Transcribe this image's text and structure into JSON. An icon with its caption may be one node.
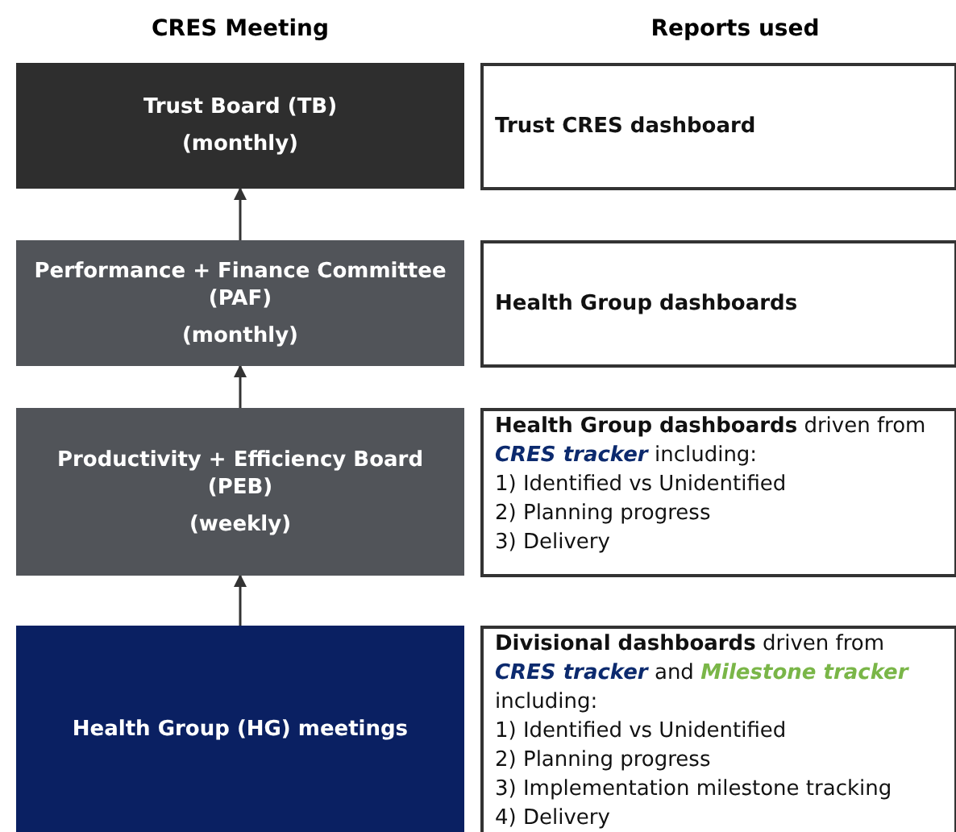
{
  "diagram": {
    "nodes": [
      {
        "text": [
          "Trust Board (TB)",
          "(monthly)"
        ]
      },
      {
        "text": [
          "Trust CRES dashboard"
        ]
      },
      {
        "text": [
          "Performance + Finance Committee (PAF)",
          "(monthly)"
        ]
      },
      {
        "text": [
          "Health Group dashboards"
        ]
      },
      {
        "text": [
          "Productivity + Efficiency Board (PEB)",
          "(weekly)"
        ]
      },
      {
        "text": [
          "**Health Group dashboards** driven from *CRES tracker* including:",
          "1) Identified vs Unidentified",
          "2) Planning progress",
          "3) Delivery"
        ]
      },
      {
        "text": [
          "Health Group (HG) meetings"
        ]
      },
      {
        "text": [
          "**Divisional dashboards** driven from *CRES tracker* and *Milestone tracker* including:",
          "1) Identified vs Unidentified",
          "2) Planning progress",
          "3) Implementation milestone tracking",
          "4) Delivery"
        ]
      }
    ],
    "edges": [
      {
        "from": 2,
        "to": 0,
        "arrow": "to"
      },
      {
        "from": 4,
        "to": 2,
        "arrow": "to"
      },
      {
        "from": 6,
        "to": 4,
        "arrow": "to"
      }
    ],
    "labels": [
      "CRES Meeting",
      "Reports used"
    ]
  }
}
